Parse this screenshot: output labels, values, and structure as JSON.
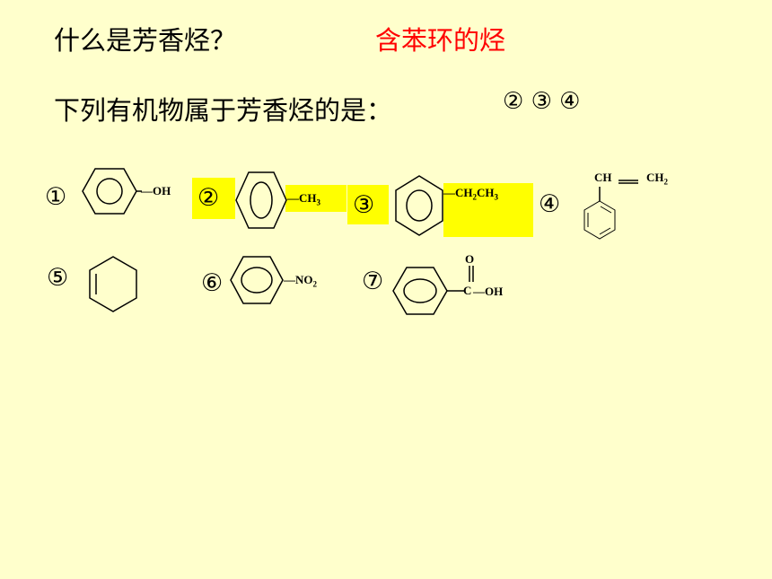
{
  "question1": {
    "text": "什么是芳香烃？",
    "answer": "含苯环的烃"
  },
  "question2": {
    "text": "下列有机物属于芳香烃的是：",
    "answer": "② ③ ④"
  },
  "compounds": {
    "c1": {
      "number": "①",
      "substituent": "OH"
    },
    "c2": {
      "number": "②",
      "substituent": "CH3"
    },
    "c3": {
      "number": "③",
      "substituent": "CH2CH3"
    },
    "c4": {
      "number": "④",
      "label_ch": "CH",
      "label_ch2": "CH2"
    },
    "c5": {
      "number": "⑤"
    },
    "c6": {
      "number": "⑥",
      "substituent": "NO2"
    },
    "c7": {
      "number": "⑦",
      "label_o": "O",
      "label_c": "C",
      "label_oh": "OH"
    }
  },
  "colors": {
    "background": "#FFFFCC",
    "highlight": "#FFFF00",
    "answer": "#FF0000"
  }
}
